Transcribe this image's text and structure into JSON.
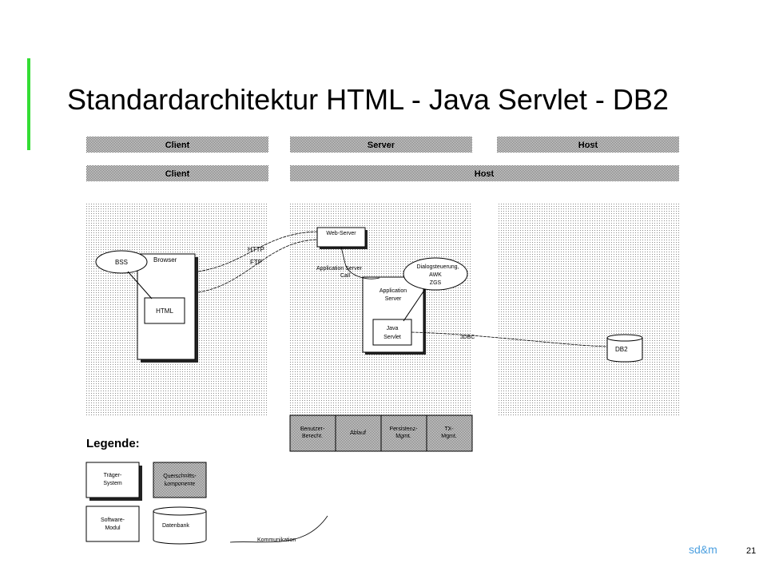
{
  "title": "Standardarchitektur HTML  - Java Servlet  - DB2",
  "tiers_row1": [
    "Client",
    "Server",
    "Host"
  ],
  "tiers_row2": [
    "Client",
    "Host"
  ],
  "nodes": {
    "browser": "Browser",
    "bss": "BSS",
    "html": "HTML",
    "web_server": "Web-Server",
    "app_server_call": [
      "Application Server",
      "Call"
    ],
    "dialog": [
      "Dialogsteuerung,",
      "AWK",
      "ZGS"
    ],
    "app_server": [
      "Application",
      "Server"
    ],
    "java_servlet": [
      "Java",
      "Servlet"
    ],
    "db2": "DB2"
  },
  "connections": {
    "http": "HTTP",
    "ftp": "FTP",
    "jdbc": "JDBC"
  },
  "cross_components": [
    [
      "Benutzer-",
      "Berecht."
    ],
    [
      "Ablauf"
    ],
    [
      "Persistenz-",
      "Mgmt."
    ],
    [
      "TX-",
      "Mgmt."
    ]
  ],
  "legend": {
    "title": "Legende:",
    "carrier": [
      "Träger-",
      "System"
    ],
    "cross": [
      "Querschnitts-",
      "komponente"
    ],
    "software": [
      "Software-",
      "Modul"
    ],
    "database": "Datenbank",
    "communication": "Kommunikation"
  },
  "footer": {
    "brand": "sd&m",
    "page": "21"
  }
}
